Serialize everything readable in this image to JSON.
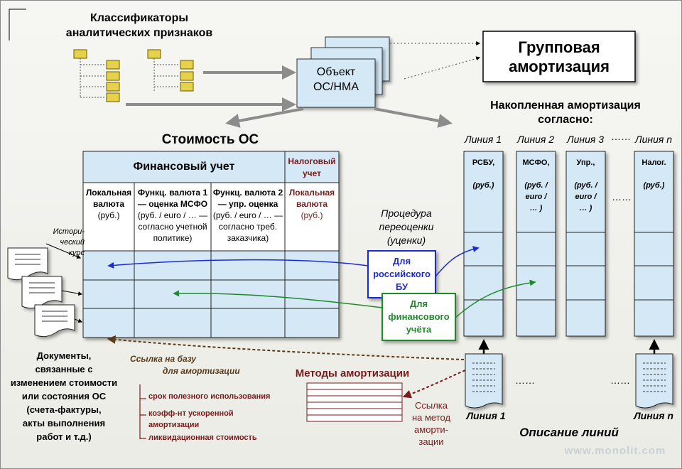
{
  "classifiers_title": [
    "Классификаторы",
    "аналитических признаков"
  ],
  "object_label": [
    "Объект",
    "ОС/НМА"
  ],
  "group_amort": [
    "Групповая",
    "амортизация"
  ],
  "accum_title": [
    "Накопленная амортизация",
    "согласно:"
  ],
  "lines_top": [
    "Линия 1",
    "Линия 2",
    "Линия 3",
    "……",
    "Линия n"
  ],
  "line_cols": [
    {
      "head": "РСБУ,",
      "sub": [
        "(руб.)"
      ]
    },
    {
      "head": "МСФО,",
      "sub": [
        "(руб. /",
        "euro /",
        "… )"
      ]
    },
    {
      "head": "Упр.,",
      "sub": [
        "(руб. /",
        "euro /",
        "… )"
      ]
    },
    {
      "head": "Налог.",
      "sub": [
        "(руб.)"
      ]
    }
  ],
  "mid_dots": "……",
  "cost_title": "Стоимость ОС",
  "fin_accounting": "Финансовый учет",
  "tax_accounting": [
    "Налоговый",
    "учет"
  ],
  "columns": [
    {
      "head": [
        "Локальная",
        "валюта"
      ],
      "sub": [
        "(руб.)"
      ]
    },
    {
      "head": [
        "Функц. валюта 1",
        "— оценка МСФО"
      ],
      "sub": [
        "(руб. / euro / … —",
        "согласно учетной",
        "политике)"
      ]
    },
    {
      "head": [
        "Функц. валюта 2",
        "— упр. оценка"
      ],
      "sub": [
        "(руб. / euro / … —",
        "согласно треб.",
        "заказчика)"
      ]
    },
    {
      "head": [
        "Локальная",
        "валюта"
      ],
      "sub": [
        "(руб.)"
      ]
    }
  ],
  "hist_rate": [
    "Истори-",
    "ческий",
    "курс"
  ],
  "reval_label": [
    "Процедура",
    "переоценки",
    "(уценки)"
  ],
  "for_rus": [
    "Для",
    "российского",
    "БУ"
  ],
  "for_fin": [
    "Для",
    "финансового",
    "учёта"
  ],
  "docs_label": [
    "Документы,",
    "связанные с",
    "изменением стоимости",
    "или состояния ОС",
    "(счета-фактуры,",
    "акты выполнения",
    "работ и т.д.)"
  ],
  "link_base": [
    "Ссылка  на базу",
    "для  амортизации"
  ],
  "methods_title": "Методы амортизации",
  "methods_items": [
    "срок полезного использования",
    "коэфф-нт ускоренной",
    "амортизации",
    "ликвидационная стоимость"
  ],
  "link_method": [
    "Ссылка",
    "на метод",
    "аморти-",
    "зации"
  ],
  "bottom_line1": "Линия 1",
  "bottom_linen": "Линия n",
  "bottom_dots": [
    "……",
    "……"
  ],
  "desc_lines": "Описание линий",
  "watermark": "www.monolit.com",
  "colors": {
    "blue_box": "#d4e8f6",
    "dark_red": "#7a1a1a",
    "blue_arrow": "#1c2bd6",
    "green_arrow": "#1e8a2a",
    "brown": "#5a3a18"
  }
}
